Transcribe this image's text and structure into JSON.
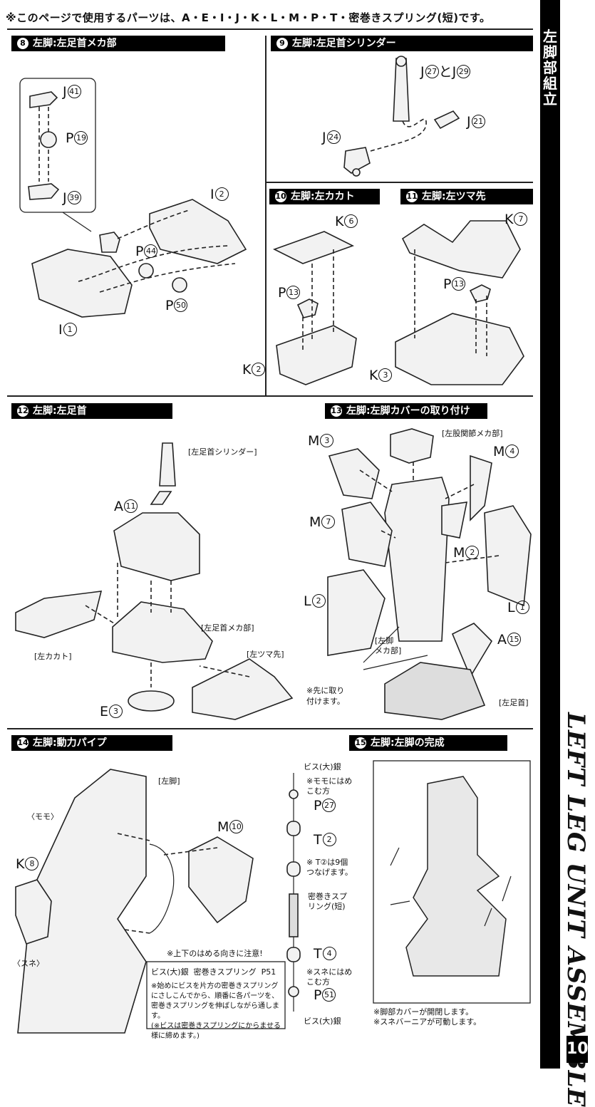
{
  "top_note": "※このページで使用するパーツは、A・E・I・J・K・L・M・P・T・密巻きスプリング(短)です。",
  "sidebar": {
    "title_jp": "左脚部組立",
    "title_en": "LEFT LEG UNIT ASSEMBLE",
    "page_number": "10"
  },
  "steps": {
    "s8": {
      "num": "8",
      "title": "左脚:左足首メカ部"
    },
    "s9": {
      "num": "9",
      "title": "左脚:左足首シリンダー"
    },
    "s10": {
      "num": "10",
      "title": "左脚:左カカト"
    },
    "s11": {
      "num": "11",
      "title": "左脚:左ツマ先"
    },
    "s12": {
      "num": "12",
      "title": "左脚:左足首"
    },
    "s13": {
      "num": "13",
      "title": "左脚:左脚カバーの取り付け"
    },
    "s14": {
      "num": "14",
      "title": "左脚:動力パイプ"
    },
    "s15": {
      "num": "15",
      "title": "左脚:左脚の完成"
    }
  },
  "labels": {
    "s8": {
      "j41": "J",
      "j41n": "41",
      "p19": "P",
      "p19n": "19",
      "j39": "J",
      "j39n": "39",
      "i2": "I",
      "i2n": "2",
      "p44": "P",
      "p44n": "44",
      "p50": "P",
      "p50n": "50",
      "i1": "I",
      "i1n": "1"
    },
    "s9": {
      "j27": "J",
      "j27n": "27",
      "and": "と",
      "j29": "J",
      "j29n": "29",
      "j21": "J",
      "j21n": "21",
      "j24": "J",
      "j24n": "24"
    },
    "s10": {
      "k6": "K",
      "k6n": "6",
      "p13": "P",
      "p13n": "13",
      "k2": "K",
      "k2n": "2"
    },
    "s11": {
      "k7": "K",
      "k7n": "7",
      "p13": "P",
      "p13n": "13",
      "k3": "K",
      "k3n": "3"
    },
    "s12": {
      "cyl": "[左足首シリンダー]",
      "a11": "A",
      "a11n": "11",
      "kakato": "[左カカト]",
      "mecha": "[左足首メカ部]",
      "tsuma": "[左ツマ先]",
      "e3": "E",
      "e3n": "3"
    },
    "s13": {
      "hip": "[左股関節メカ部]",
      "m3": "M",
      "m3n": "3",
      "m4": "M",
      "m4n": "4",
      "m7": "M",
      "m7n": "7",
      "m2": "M",
      "m2n": "2",
      "l2": "L",
      "l2n": "2",
      "l1": "L",
      "l1n": "1",
      "legmecha": "[左脚\nメカ部]",
      "a15": "A",
      "a15n": "15",
      "note": "※先に取り\n付けます。",
      "foot": "[左足首]"
    },
    "s14": {
      "leg": "[左脚]",
      "momo": "〈モモ〉",
      "k8": "K",
      "k8n": "8",
      "m10": "M",
      "m10n": "10",
      "sune": "〈スネ〉",
      "bis_top": "ビス(大)銀",
      "momo_note": "※モモにはめ\nこむ方",
      "p27": "P",
      "p27n": "27",
      "t2": "T",
      "t2n": "2",
      "t2_note": "※ T②は9個\nつなげます。",
      "spring": "密巻きスプ\nリング(短)",
      "t4": "T",
      "t4n": "4",
      "sune_note": "※スネにはめ\nこむ方",
      "p51": "P",
      "p51n": "51",
      "bis_bottom": "ビス(大)銀",
      "caution": "※上下のはめる向きに注意!",
      "seq_bis": "ビス(大)銀",
      "seq_spring": "密巻きスプリング",
      "seq_p": "P51",
      "instr": "※始めにビスを片方の密巻きスプリングにさしこんでから、順番に各パーツを、密巻きスプリングを伸ばしながら通します。\n(※ビスは密巻きスプリングにからませる様に締めます。)"
    },
    "s15": {
      "note1": "※脚部カバーが開閉します。",
      "note2": "※スネバーニアが可動します。"
    }
  }
}
